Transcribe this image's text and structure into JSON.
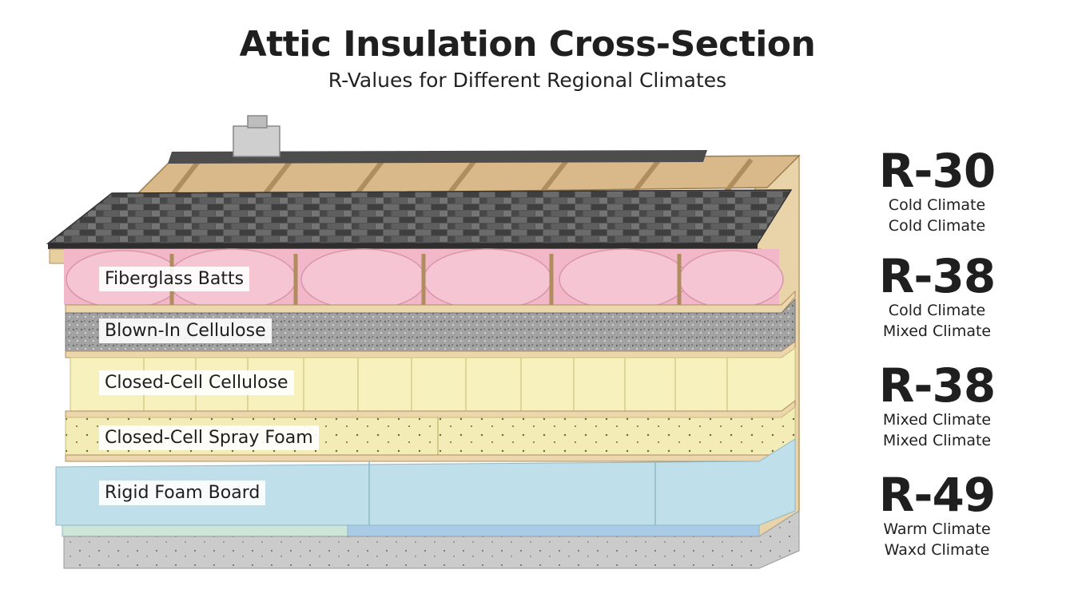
{
  "header": {
    "title": "Attic Insulation Cross-Section",
    "subtitle": "R-Values for Different Regional Climates"
  },
  "layers": [
    {
      "label": "Fiberglass Batts"
    },
    {
      "label": "Blown-In Cellulose"
    },
    {
      "label": "Closed-Cell Cellulose"
    },
    {
      "label": "Closed-Cell Spray Foam"
    },
    {
      "label": "Rigid Foam Board"
    }
  ],
  "r_values": [
    {
      "value": "R-30",
      "line1": "Cold Climate",
      "line2": "Cold Climate"
    },
    {
      "value": "R-38",
      "line1": "Cold Climate",
      "line2": "Mixed Climate"
    },
    {
      "value": "R-38",
      "line1": "Mixed Climate",
      "line2": "Mixed Climate"
    },
    {
      "value": "R-49",
      "line1": "Warm Climate",
      "line2": "Waxd Climate"
    }
  ],
  "colors": {
    "shingle": "#4a4a4a",
    "wood": "#e8cfa0",
    "fiberglass": "#f2b8c8",
    "cellulose": "#9a9a9a",
    "closed_cell_cellulose": "#f5f0b8",
    "spray_foam": "#f3ebb3",
    "rigid_foam": "#bfe0ea",
    "concrete": "#c8c8c8"
  }
}
